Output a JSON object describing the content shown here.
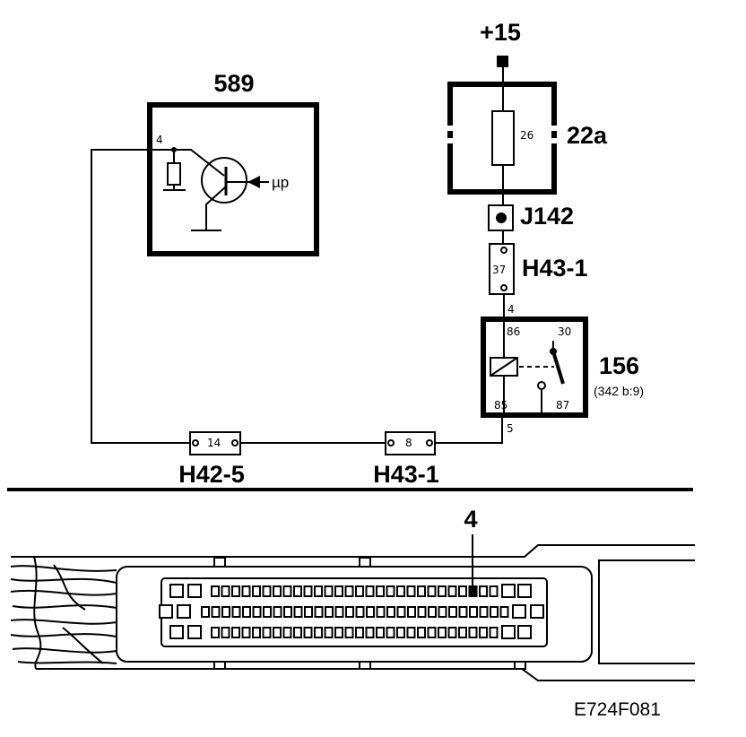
{
  "supply": {
    "label": "+15"
  },
  "control_unit": {
    "id": "589",
    "pin": "4",
    "input_label": "µp"
  },
  "fuse": {
    "id": "22a",
    "number": "26"
  },
  "junction": {
    "id": "J142"
  },
  "connector_upper": {
    "id": "H43-1",
    "pin": "37"
  },
  "relay": {
    "id": "156",
    "reference": "(342 b:9)",
    "wire_in_pin": "4",
    "wire_out_pin": "5",
    "terminal_86": "86",
    "terminal_30": "30",
    "terminal_85": "85",
    "terminal_87": "87"
  },
  "connector_left": {
    "id": "H42-5",
    "pin": "14"
  },
  "connector_lower": {
    "id": "H43-1",
    "pin": "8"
  },
  "plug_view": {
    "pin_callout": "4"
  },
  "figure_code": "E724F081"
}
